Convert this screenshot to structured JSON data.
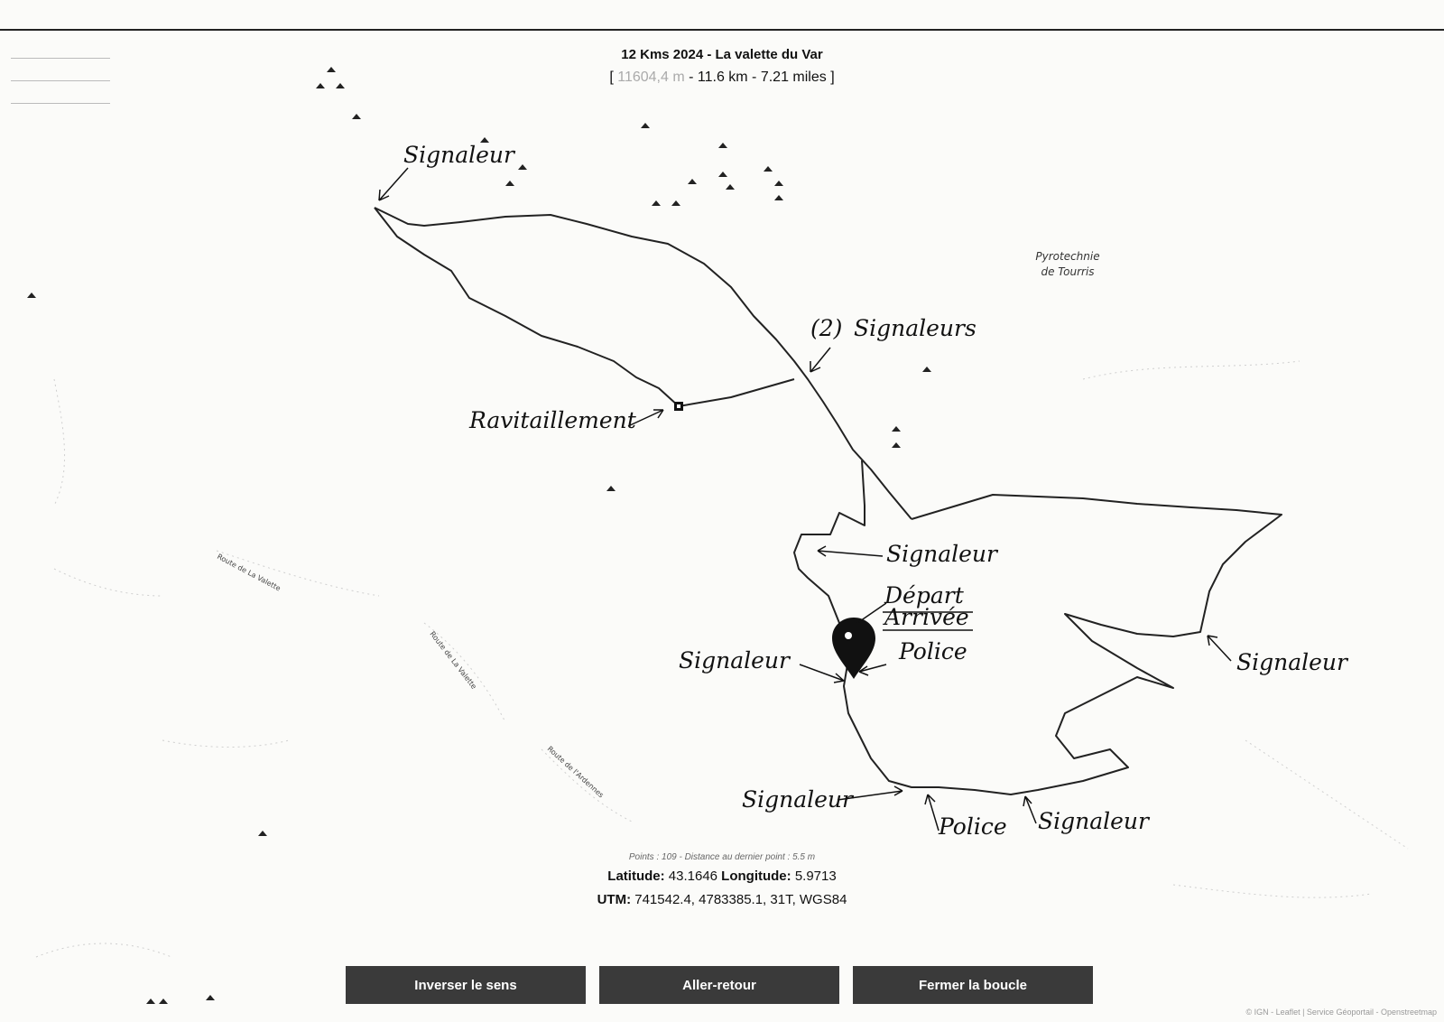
{
  "header": {
    "title": "12 Kms 2024 - La valette du Var",
    "distance_open": "[",
    "distance_meters": "11604,4 m",
    "distance_rest": " - 11.6 km - 7.21 miles",
    "distance_close": " ]"
  },
  "map": {
    "place_labels": {
      "pyrotechnie_line1": "Pyrotechnie",
      "pyrotechnie_line2": "de Tourris"
    },
    "road_labels": {
      "route_valette": "Route de La Valette",
      "route_lardennes": "Route de l'Ardennes",
      "route_de_la_valette_2": "Route de La Valette"
    },
    "annotations": {
      "signaleur_top_left": "Signaleur",
      "deux_signaleurs_num": "2",
      "deux_signaleurs_text": "Signaleurs",
      "ravitaillement": "Ravitaillement",
      "signaleur_mid": "Signaleur",
      "depart": "Départ",
      "arrivee": "Arrivée",
      "police_mid": "Police",
      "signaleur_left": "Signaleur",
      "signaleur_right": "Signaleur",
      "signaleur_bottom_left": "Signaleur",
      "police_bottom": "Police",
      "signaleur_bottom_right": "Signaleur"
    }
  },
  "info": {
    "points_line": "Points : 109 - Distance au dernier point : 5.5 m",
    "lat_label": "Latitude:",
    "lat_value": " 43.1646 ",
    "lon_label": "Longitude:",
    "lon_value": " 5.9713",
    "utm_label": "UTM:",
    "utm_value": " 741542.4, 4783385.1, 31T, WGS84"
  },
  "buttons": {
    "reverse": "Inverser le sens",
    "out_and_back": "Aller-retour",
    "close_loop": "Fermer la boucle"
  },
  "attribution": "© IGN - Leaflet | Service Géoportail - Openstreetmap",
  "icons": {
    "start_marker": "map-pin-icon",
    "summit": "summit-triangle-icon",
    "refuel": "refuel-square-icon"
  },
  "colors": {
    "button_bg": "#3a3a3a",
    "route": "#222222",
    "background": "#fbfbf9"
  }
}
